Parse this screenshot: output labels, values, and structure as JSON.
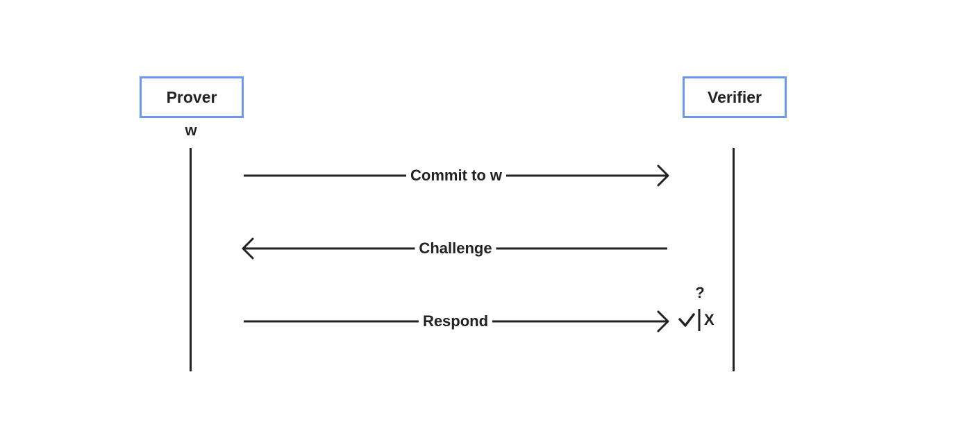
{
  "participants": {
    "prover": "Prover",
    "verifier": "Verifier"
  },
  "prover_secret": "w",
  "messages": [
    {
      "label": "Commit to w",
      "direction": "prover-to-verifier"
    },
    {
      "label": "Challenge",
      "direction": "verifier-to-prover"
    },
    {
      "label": "Respond",
      "direction": "prover-to-verifier"
    }
  ],
  "outcome": {
    "question": "?",
    "reject": "X",
    "accept_icon": "checkmark-icon"
  },
  "colors": {
    "box_border": "#6b96ee",
    "ink": "#222222",
    "background": "#ffffff"
  }
}
